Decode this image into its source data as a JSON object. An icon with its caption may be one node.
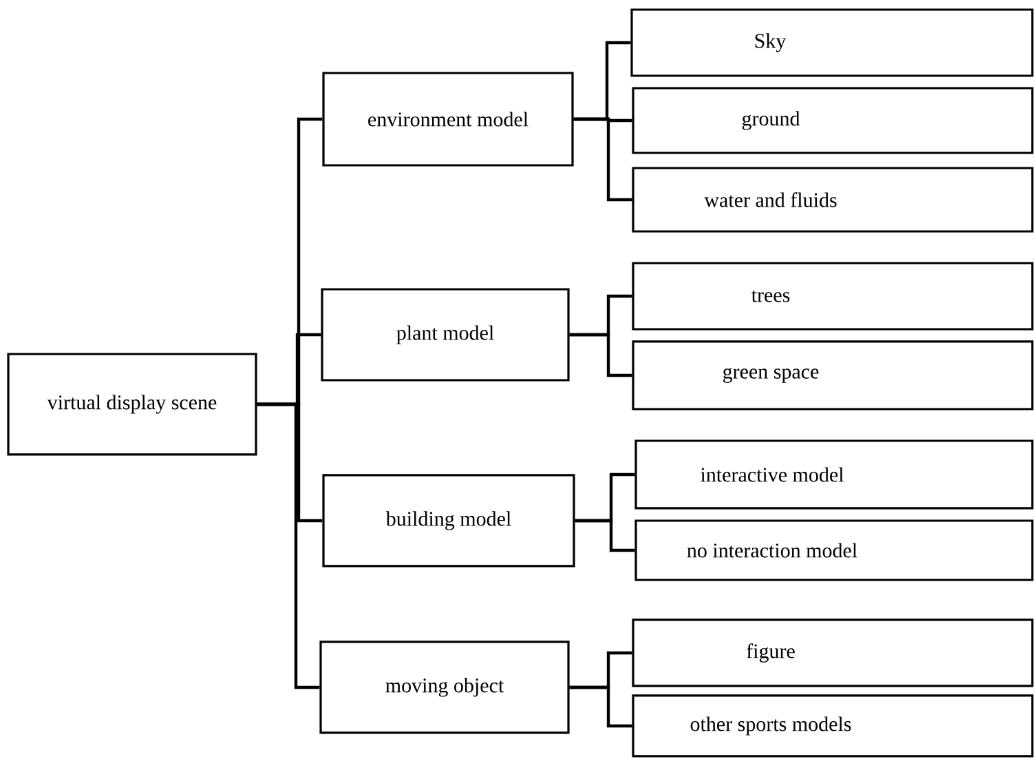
{
  "diagram": {
    "nodes": [
      {
        "text": [
          "virtual display scene"
        ]
      },
      {
        "text": [
          "environment model"
        ]
      },
      {
        "text": [
          "Sky"
        ]
      },
      {
        "text": [
          "ground"
        ]
      },
      {
        "text": [
          "water and fluids"
        ]
      },
      {
        "text": [
          "plant model"
        ]
      },
      {
        "text": [
          "trees"
        ]
      },
      {
        "text": [
          "green space"
        ]
      },
      {
        "text": [
          "building model"
        ]
      },
      {
        "text": [
          "interactive model"
        ]
      },
      {
        "text": [
          "no interaction model"
        ]
      },
      {
        "text": [
          "moving object"
        ]
      },
      {
        "text": [
          "figure"
        ]
      },
      {
        "text": [
          "other sports models"
        ]
      }
    ],
    "edges": [
      {
        "from": 0,
        "to": 1,
        "arrow": "none"
      },
      {
        "from": 0,
        "to": 5,
        "arrow": "none"
      },
      {
        "from": 0,
        "to": 8,
        "arrow": "none"
      },
      {
        "from": 0,
        "to": 11,
        "arrow": "none"
      },
      {
        "from": 1,
        "to": 2,
        "arrow": "none"
      },
      {
        "from": 1,
        "to": 3,
        "arrow": "none"
      },
      {
        "from": 1,
        "to": 4,
        "arrow": "none"
      },
      {
        "from": 5,
        "to": 6,
        "arrow": "none"
      },
      {
        "from": 5,
        "to": 7,
        "arrow": "none"
      },
      {
        "from": 8,
        "to": 9,
        "arrow": "none"
      },
      {
        "from": 8,
        "to": 10,
        "arrow": "none"
      },
      {
        "from": 11,
        "to": 12,
        "arrow": "none"
      },
      {
        "from": 11,
        "to": 13,
        "arrow": "none"
      }
    ]
  }
}
